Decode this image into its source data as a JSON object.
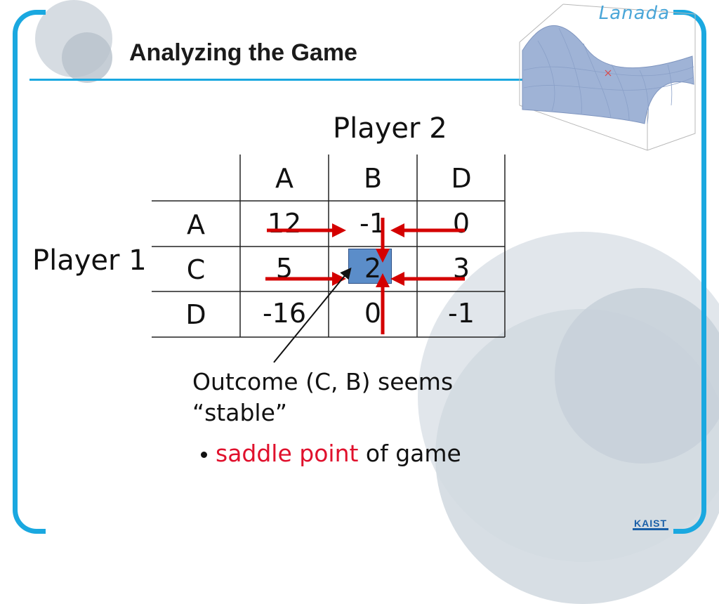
{
  "header": {
    "title": "Analyzing the Game",
    "logo_text": "Lanada",
    "footer_logo": "KAIST"
  },
  "matrix": {
    "column_player": "Player 2",
    "row_player": "Player 1",
    "columns": [
      "A",
      "B",
      "D"
    ],
    "rows": [
      {
        "label": "A",
        "values": [
          "12",
          "-1",
          "0"
        ]
      },
      {
        "label": "C",
        "values": [
          "5",
          "2",
          "3"
        ]
      },
      {
        "label": "D",
        "values": [
          "-16",
          "0",
          "-1"
        ]
      }
    ],
    "highlighted_cell": {
      "row": "C",
      "column": "B"
    },
    "highlight_color": "#5b8dc9",
    "arrow_color": "#d40000"
  },
  "caption": {
    "line1": "Outcome (C, B) seems",
    "line2": "“stable”",
    "bullet_term": "saddle point",
    "bullet_rest": " of game"
  },
  "colors": {
    "accent": "#1aa8e0",
    "term_red": "#e0102c"
  }
}
